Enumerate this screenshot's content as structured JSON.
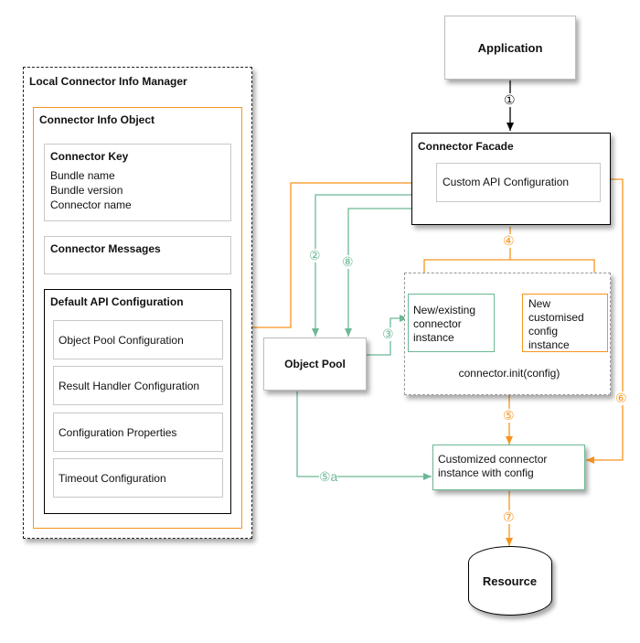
{
  "application": {
    "label": "Application"
  },
  "manager": {
    "title": "Local Connector Info Manager"
  },
  "info_object": {
    "title": "Connector Info Object"
  },
  "connector_key": {
    "title": "Connector Key",
    "fields": [
      "Bundle name",
      "Bundle version",
      "Connector name"
    ]
  },
  "connector_messages": {
    "title": "Connector Messages"
  },
  "default_api_config": {
    "title": "Default API Configuration",
    "items": [
      "Object Pool Configuration",
      "Result Handler Configuration",
      "Configuration Properties",
      "Timeout Configuration"
    ]
  },
  "facade": {
    "title": "Connector Facade",
    "custom_api": "Custom API Configuration"
  },
  "object_pool": {
    "label": "Object Pool"
  },
  "new_connector": {
    "label": "New/existing connector instance"
  },
  "new_config": {
    "label": "New customised config instance"
  },
  "init_call": {
    "label": "connector.init(config)"
  },
  "customized": {
    "label": "Customized connector instance with config"
  },
  "resource": {
    "label": "Resource"
  },
  "steps": {
    "s1": "①",
    "s2": "②",
    "s3": "③",
    "s4": "④",
    "s5": "⑤",
    "s5a": "⑤a",
    "s6": "⑥",
    "s7": "⑦",
    "s8": "⑧"
  },
  "colors": {
    "orange": "#f7941d",
    "green": "#6cb894",
    "black": "#000000"
  }
}
